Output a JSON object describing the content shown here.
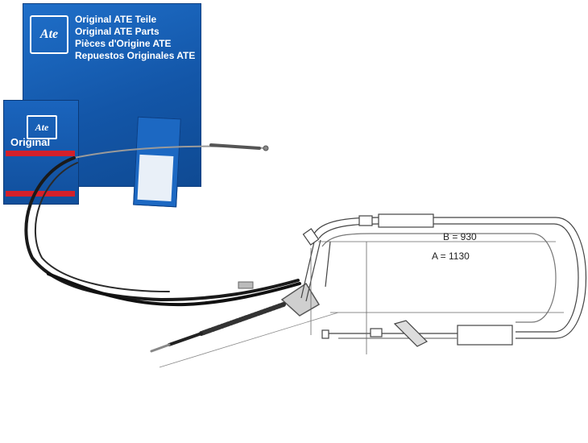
{
  "package": {
    "lines": [
      "Original ATE Teile",
      "Original ATE Parts",
      "Pièces d'Origine ATE",
      "Repuestos Originales ATE"
    ],
    "box_color": "#1356a8",
    "small_box_color": "#1a64bd"
  },
  "diagram": {
    "label_b": "B = 930",
    "label_a": "A = 1130"
  },
  "icons": {
    "brand_logo": "ate-logo-icon",
    "cable": "brake-cable-icon"
  }
}
